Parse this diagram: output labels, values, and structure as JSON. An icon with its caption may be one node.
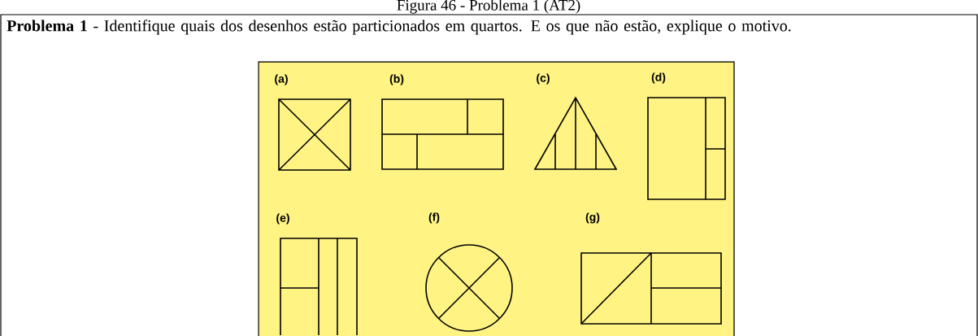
{
  "diagram": {
    "title": "Figura 46 - Problema 1 (AT2)",
    "labels": [
      "**Problema 1** - Identifique quais dos desenhos estão particionados em quartos. E os que não estão, explique o motivo.",
      "(a)",
      "(b)",
      "(c)",
      "(d)",
      "(e)",
      "(f)",
      "(g)"
    ]
  }
}
